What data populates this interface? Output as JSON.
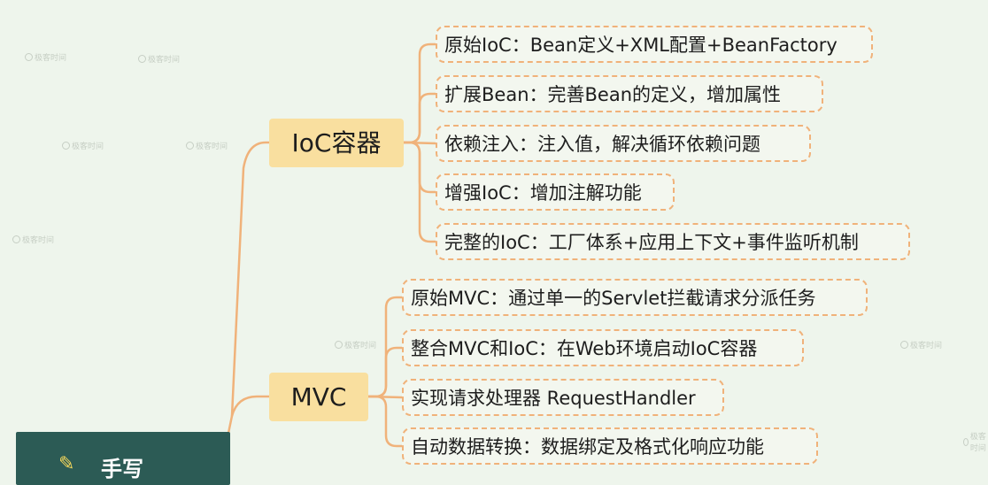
{
  "colors": {
    "background": "#eef5ec",
    "topic_fill": "#f9df9f",
    "connector": "#f0b27a",
    "leaf_border": "#f0b27a",
    "card": "#2c5b55"
  },
  "watermark": "极客时间",
  "topics": [
    {
      "title": "IoC容器",
      "children": [
        "原始IoC：Bean定义+XML配置+BeanFactory",
        "扩展Bean：完善Bean的定义，增加属性",
        "依赖注入：注入值，解决循环依赖问题",
        "增强IoC：增加注解功能",
        "完整的IoC：工厂体系+应用上下文+事件监听机制"
      ]
    },
    {
      "title": "MVC",
      "children": [
        "原始MVC：通过单一的Servlet拦截请求分派任务",
        "整合MVC和IoC：在Web环境启动IoC容器",
        "实现请求处理器 RequestHandler",
        "自动数据转换：数据绑定及格式化响应功能"
      ]
    }
  ],
  "card": {
    "icon": "pencil-icon",
    "label": "手写"
  }
}
